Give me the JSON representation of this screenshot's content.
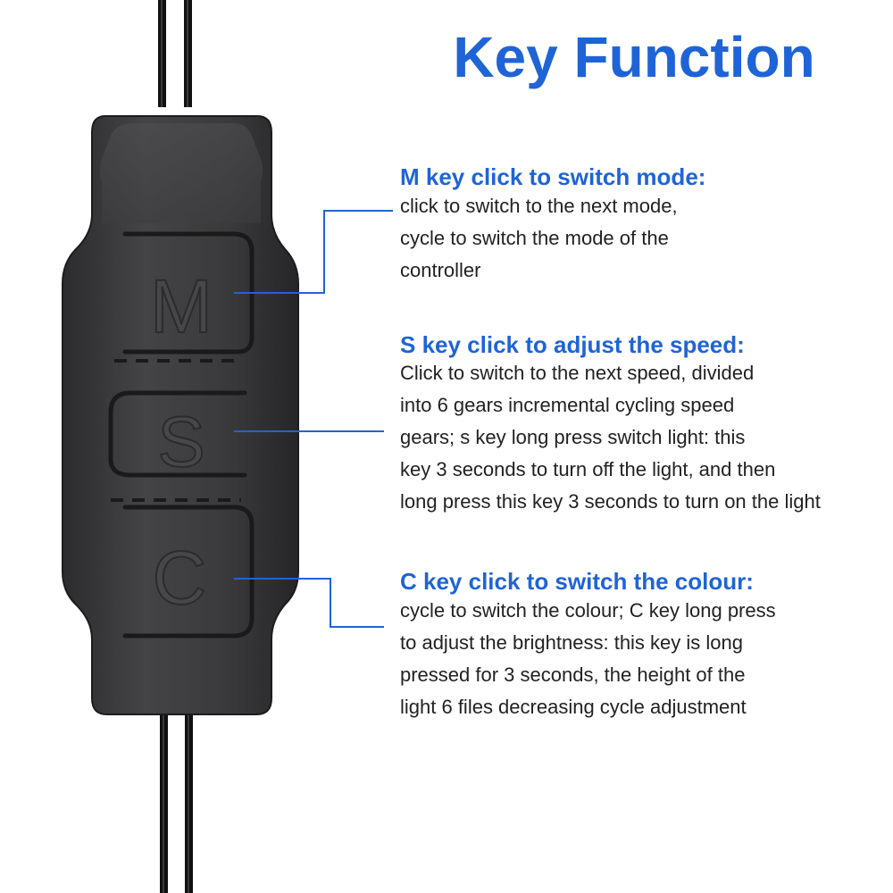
{
  "title": "Key Function",
  "colors": {
    "heading": "#1f64d6",
    "body_text": "#222222",
    "leader_line": "#1f64d6",
    "controller_body": "#3d3d3f",
    "cable": "#111111"
  },
  "controller": {
    "key_m": "M",
    "key_s": "S",
    "key_c": "C"
  },
  "sections": [
    {
      "heading": "M key click to switch mode:",
      "lines": [
        "click to switch to the next mode,",
        "cycle to switch the mode of the",
        "controller"
      ]
    },
    {
      "heading": "S key click to adjust the speed:",
      "lines": [
        "Click to switch to the next speed, divided",
        "into 6 gears incremental cycling speed",
        "gears; s key long press switch light: this",
        "key 3 seconds to turn off the light, and then",
        "long press this key 3 seconds to turn on the light"
      ]
    },
    {
      "heading": "C key click to switch the colour:",
      "lines": [
        "cycle to switch the colour; C key long press",
        "to adjust the brightness: this key is long",
        "pressed for 3 seconds, the height of the",
        "light 6 files decreasing cycle adjustment"
      ]
    }
  ]
}
